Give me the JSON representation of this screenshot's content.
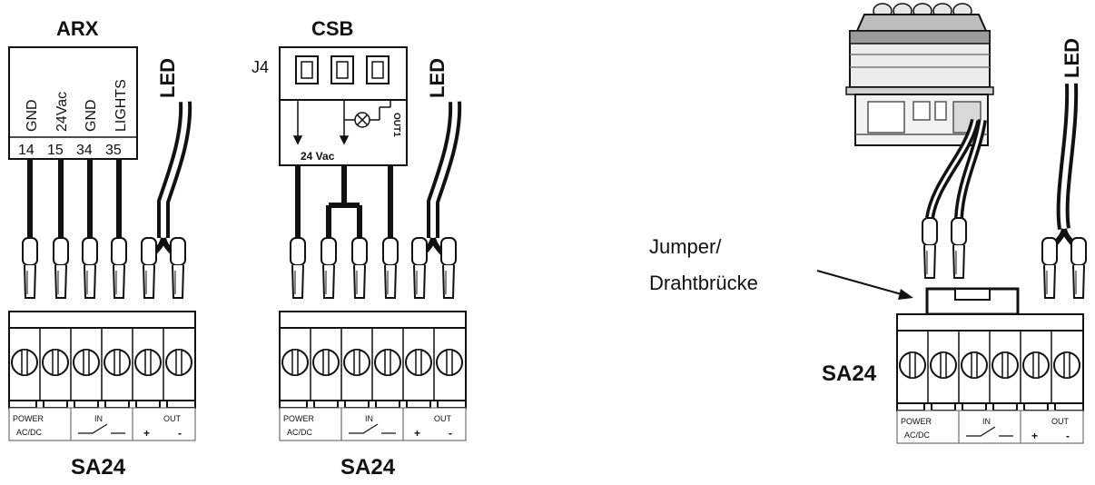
{
  "arx": {
    "title": "ARX",
    "pins": [
      "GND",
      "24Vac",
      "GND",
      "LIGHTS"
    ],
    "numbers": [
      "14",
      "15",
      "34",
      "35"
    ]
  },
  "csb": {
    "title": "CSB",
    "connector": "J4",
    "voltage": "24 Vac",
    "output": "OUT1"
  },
  "led_label": "LED",
  "terminal": {
    "name": "SA24",
    "power": "POWER",
    "acdc": "AC/DC",
    "in": "IN",
    "out": "OUT",
    "plus": "+",
    "minus": "-"
  },
  "jumper_label_1": "Jumper/",
  "jumper_label_2": "Drahtbrücke"
}
